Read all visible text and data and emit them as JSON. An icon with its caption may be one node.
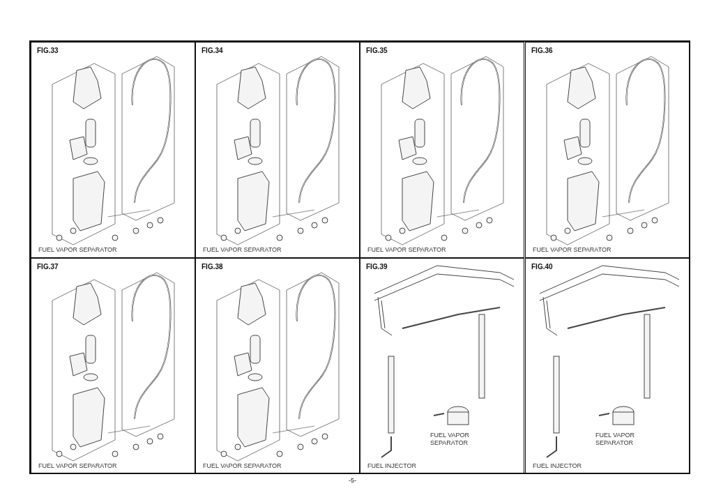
{
  "diagram": {
    "nodes": [
      {
        "text": [
          "FIG.33",
          "FUEL VAPOR SEPARATOR"
        ]
      },
      {
        "text": [
          "FIG.34",
          "FUEL VAPOR SEPARATOR"
        ]
      },
      {
        "text": [
          "FIG.35",
          "FUEL VAPOR SEPARATOR"
        ]
      },
      {
        "text": [
          "FIG.36",
          "FUEL VAPOR SEPARATOR"
        ]
      },
      {
        "text": [
          "FIG.37",
          "FUEL VAPOR SEPARATOR"
        ]
      },
      {
        "text": [
          "FIG.38",
          "FUEL VAPOR SEPARATOR"
        ]
      },
      {
        "text": [
          "FIG.39",
          "FUEL INJECTOR"
        ]
      },
      {
        "text": [
          "FIG.40",
          "FUEL INJECTOR"
        ]
      }
    ],
    "edges": [],
    "labels": [
      "FUEL VAPOR SEPARATOR",
      "FUEL VAPOR SEPARATOR",
      "-5-"
    ]
  }
}
